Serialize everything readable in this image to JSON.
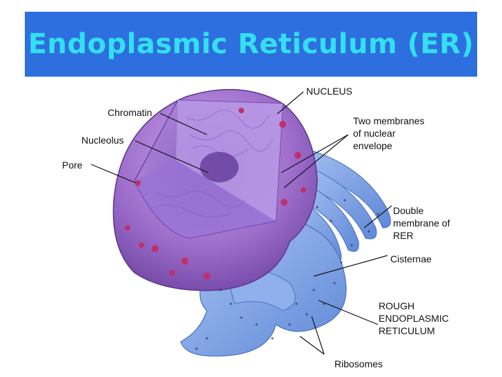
{
  "title": "Endoplasmic Reticulum (ER)",
  "colors": {
    "banner": "#2e6fe0",
    "title_text": "#33e0f0",
    "nucleus": "#9b6bc9",
    "nucleus_inner": "#7a4fb0",
    "er": "#7fa6e6",
    "pore": "#c0306a"
  },
  "labels": {
    "nucleus": "NUCLEUS",
    "chromatin": "Chromatin",
    "two_membranes": [
      "Two membranes",
      "of nuclear",
      "envelope"
    ],
    "nucleolus": "Nucleolus",
    "pore": "Pore",
    "double_membrane": [
      "Double",
      "membrane of",
      "RER"
    ],
    "cisternae": "Cisternae",
    "rough_er": [
      "ROUGH",
      "ENDOPLASMIC",
      "RETICULUM"
    ],
    "ribosomes": "Ribosomes"
  }
}
